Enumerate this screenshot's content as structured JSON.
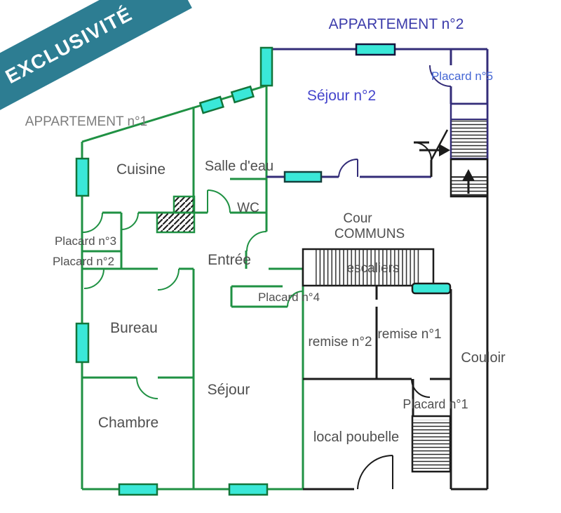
{
  "banner": {
    "label": "EXCLUSIVITÉ",
    "color": "#2d7d92"
  },
  "apartments": [
    {
      "id": 1,
      "label": "APPARTEMENT n°1",
      "wall_color": "#1f9143",
      "label_color": "#7d7d7d",
      "rooms": [
        "Cuisine",
        "Salle d'eau",
        "WC",
        "Entrée",
        "Placard n°3",
        "Placard n°2",
        "Placard n°4",
        "Bureau",
        "Chambre",
        "Séjour"
      ]
    },
    {
      "id": 2,
      "label": "APPARTEMENT n°2",
      "wall_color": "#332c78",
      "label_color": "#3b3baa",
      "rooms": [
        "Séjour n°2",
        "Placard n°5"
      ]
    }
  ],
  "commons": {
    "rooms": [
      "Cour",
      "COMMUNS",
      "escaliers",
      "remise n°2",
      "remise n°1",
      "Couloir",
      "Placard n°1",
      "local poubelle"
    ]
  },
  "labels": {
    "banner": "EXCLUSIVITÉ",
    "apartment1": "APPARTEMENT n°1",
    "apartment2": "APPARTEMENT n°2",
    "cuisine": "Cuisine",
    "salle_eau": "Salle d'eau",
    "wc": "WC",
    "sejour2": "Séjour n°2",
    "placard5": "Placard n°5",
    "placard3": "Placard n°3",
    "placard2": "Placard n°2",
    "entree": "Entrée",
    "cour": "Cour",
    "communs": "COMMUNS",
    "escaliers": "escaliers",
    "placard4": "Placard n°4",
    "bureau": "Bureau",
    "remise2": "remise n°2",
    "remise1": "remise n°1",
    "couloir": "Couloir",
    "sejour": "Séjour",
    "chambre": "Chambre",
    "placard1": "Placard n°1",
    "local_poubelle": "local poubelle"
  },
  "colors": {
    "apt1_walls": "#1f9143",
    "apt2_walls": "#332c78",
    "common_walls": "#1b1b1b",
    "window_fill": "#3ae8d8",
    "banner": "#2d7d92",
    "room_text": "#4f4f4f"
  }
}
